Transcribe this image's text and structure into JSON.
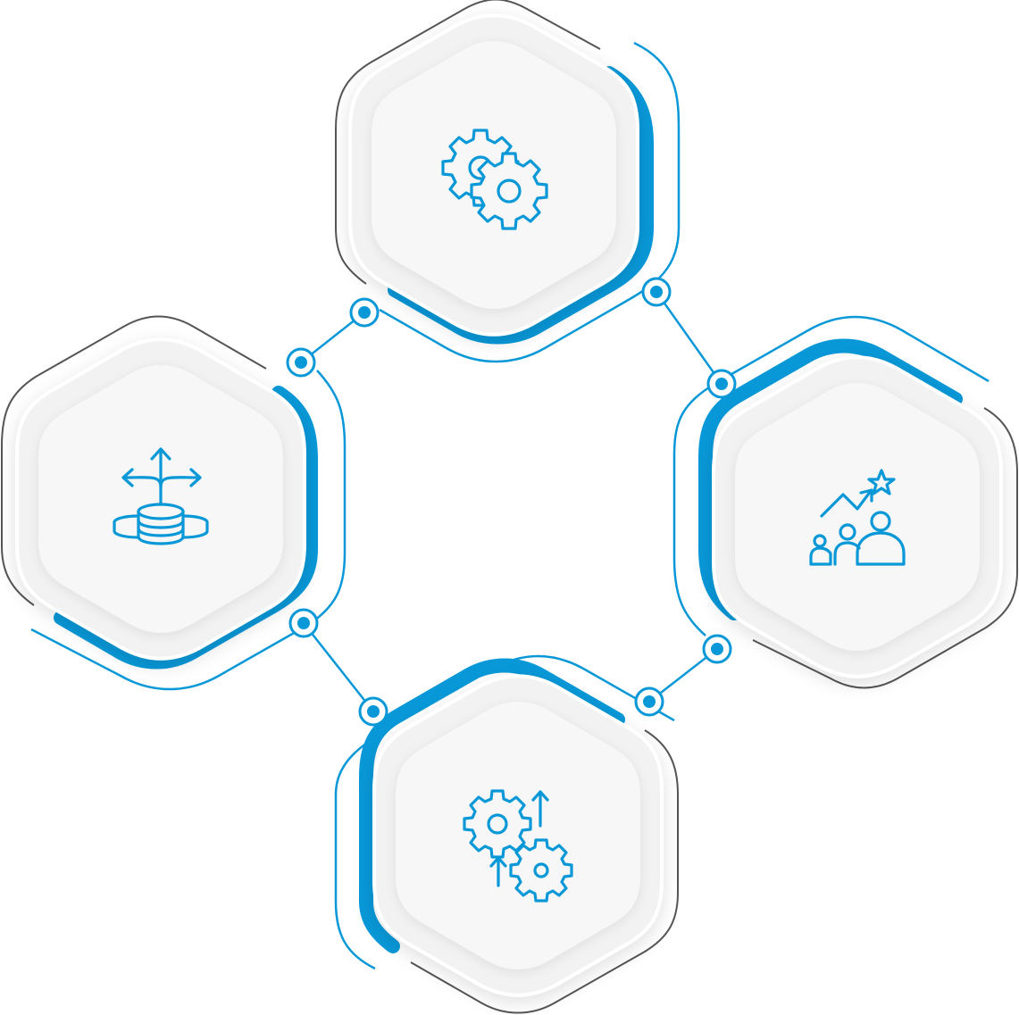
{
  "diagram": {
    "type": "hexagon-cycle",
    "colors": {
      "accent": "#0898d8",
      "accent_dark": "#0a8fcf",
      "outline": "#555555",
      "face_outer": "#f2f2f2",
      "face_inner": "#f7f7f7",
      "background": "#ffffff"
    },
    "nodes": [
      {
        "id": "top",
        "icon": "gears-icon"
      },
      {
        "id": "left",
        "icon": "database-distribution-icon"
      },
      {
        "id": "right",
        "icon": "team-growth-icon"
      },
      {
        "id": "bottom",
        "icon": "gear-optimization-icon"
      }
    ],
    "connections": [
      {
        "from": "left",
        "to": "top"
      },
      {
        "from": "top",
        "to": "right"
      },
      {
        "from": "right",
        "to": "bottom"
      },
      {
        "from": "bottom",
        "to": "left"
      }
    ]
  }
}
